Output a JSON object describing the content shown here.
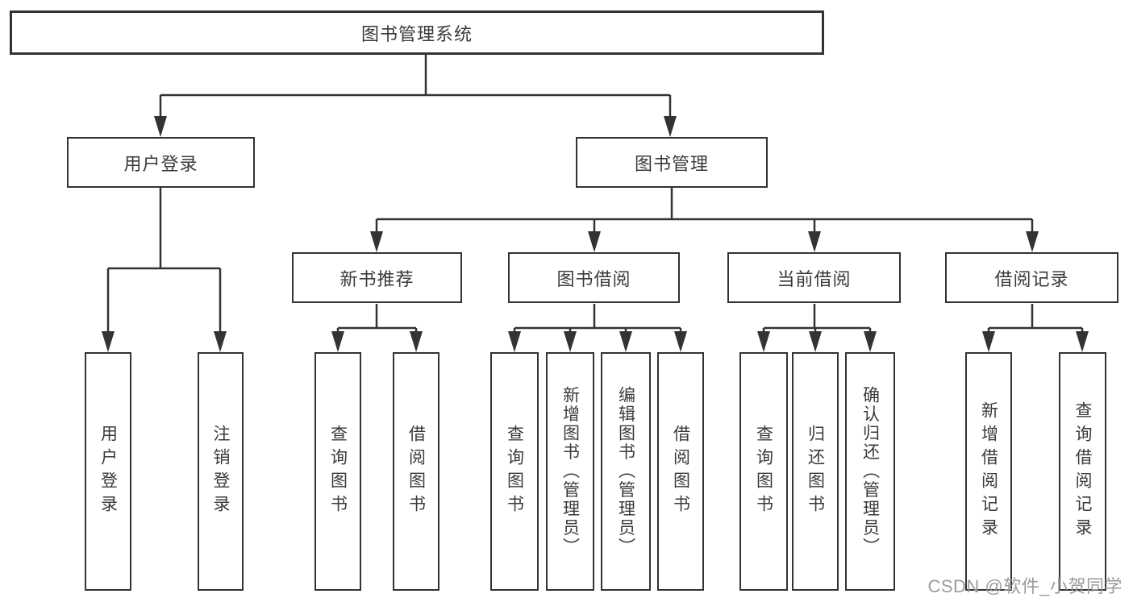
{
  "tree": {
    "root": "图书管理系统",
    "level2": [
      {
        "label": "用户登录",
        "leaves": [
          "用户登录",
          "注销登录"
        ]
      },
      {
        "label": "图书管理",
        "children": [
          {
            "label": "新书推荐",
            "leaves": [
              "查询图书",
              "借阅图书"
            ]
          },
          {
            "label": "图书借阅",
            "leaves": [
              "查询图书",
              "新增图书（管理员）",
              "编辑图书（管理员）",
              "借阅图书"
            ]
          },
          {
            "label": "当前借阅",
            "leaves": [
              "查询图书",
              "归还图书",
              "确认归还（管理员）"
            ]
          },
          {
            "label": "借阅记录",
            "leaves": [
              "新增借阅记录",
              "查询借阅记录"
            ]
          }
        ]
      }
    ]
  },
  "watermark": {
    "text": "CSDN @软件_小贺同学",
    "color": "#9b9b9b"
  },
  "colors": {
    "line": "#333333",
    "box_border": "#333333",
    "text": "#3a3a3a",
    "background": "#ffffff"
  }
}
